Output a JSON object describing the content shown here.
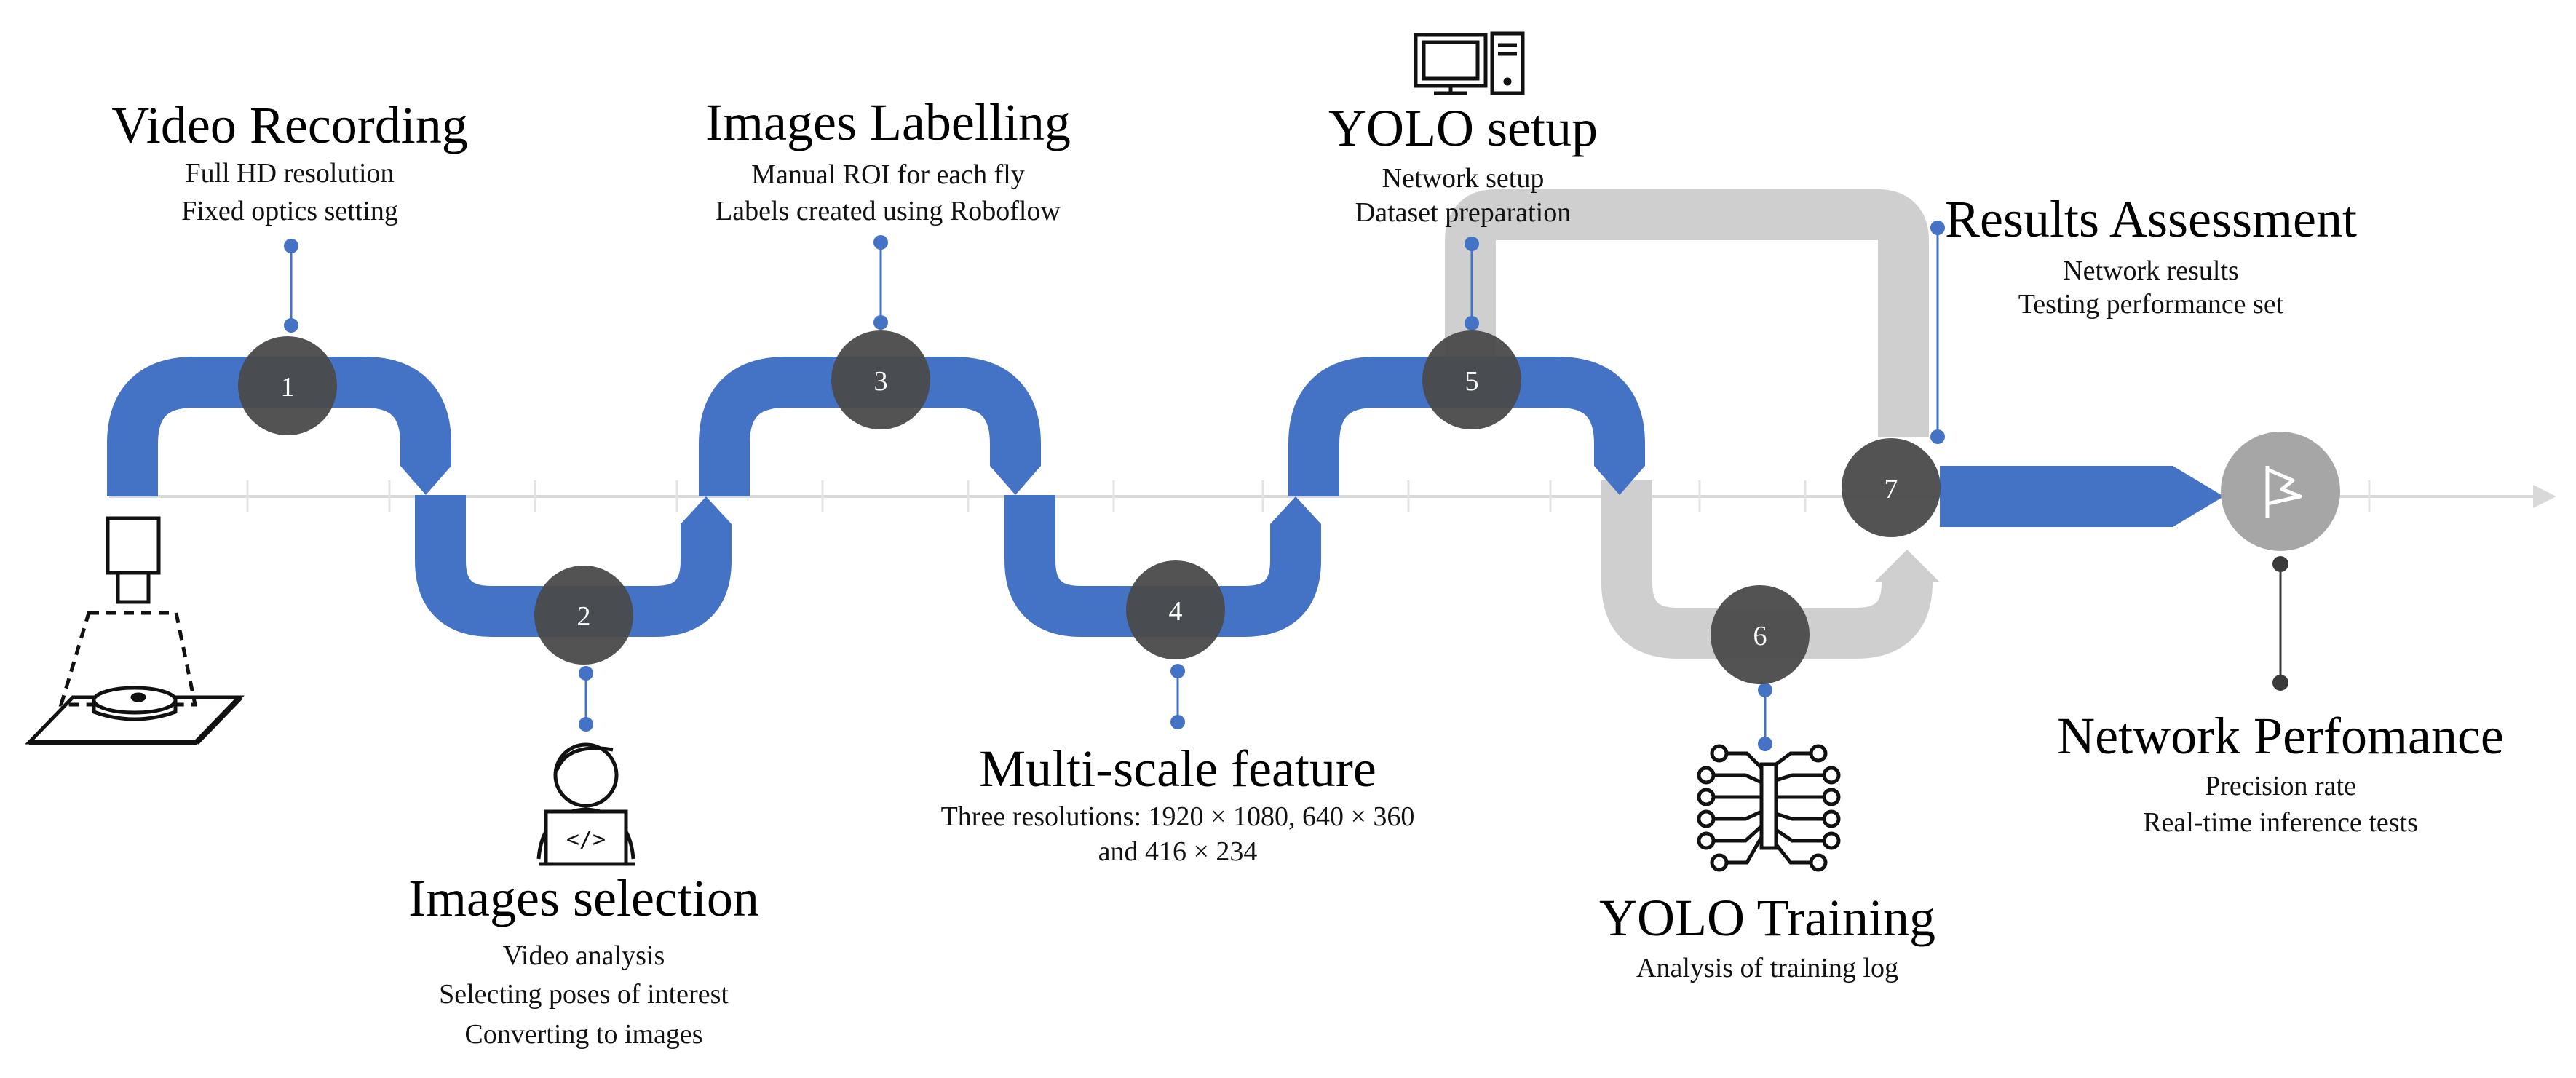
{
  "colors": {
    "pipe_blue": "#4472c4",
    "pipe_grey": "#cfcfcf",
    "node_dark": "#4a4a4a",
    "end_node_grey": "#a6a6a6",
    "axis_grey": "#d9d9d9",
    "pin_blue": "#4472c4",
    "pin_dark": "#3a3a3a"
  },
  "steps": [
    {
      "number": "1",
      "title": "Video Recording",
      "lines": [
        "Full HD resolution",
        "Fixed optics setting"
      ],
      "icon": "camera-setup-icon"
    },
    {
      "number": "2",
      "title": "Images selection",
      "lines": [
        "Video analysis",
        "Selecting poses of interest",
        "Converting to images"
      ],
      "icon": "person-laptop-icon"
    },
    {
      "number": "3",
      "title": "Images Labelling",
      "lines": [
        "Manual ROI for each fly",
        "Labels created using Roboflow"
      ]
    },
    {
      "number": "4",
      "title": "Multi-scale feature",
      "lines": [
        "Three resolutions: 1920 × 1080, 640 × 360",
        "and 416 × 234"
      ]
    },
    {
      "number": "5",
      "title": "YOLO setup",
      "lines": [
        "Network setup",
        "Dataset preparation"
      ],
      "icon": "computer-icon"
    },
    {
      "number": "6",
      "title": "YOLO Training",
      "lines": [
        "Analysis of training log"
      ],
      "icon": "neural-network-icon"
    },
    {
      "number": "7",
      "title": "Results Assessment",
      "lines": [
        "Network results",
        "Testing performance set"
      ]
    }
  ],
  "final": {
    "title": "Network Perfomance",
    "lines": [
      "Precision rate",
      "Real-time inference tests"
    ],
    "icon": "flag-icon"
  }
}
